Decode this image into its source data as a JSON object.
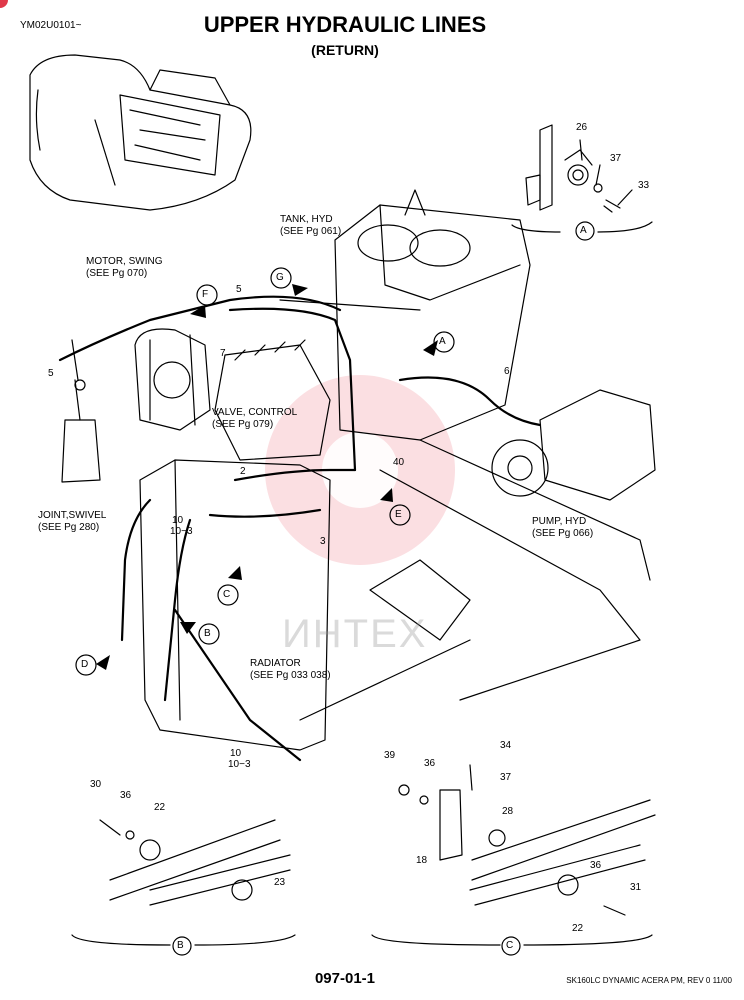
{
  "header": {
    "model_code": "YM02U0101~",
    "title": "UPPER HYDRAULIC LINES",
    "subtitle": "(RETURN)"
  },
  "labels": {
    "tank": [
      "TANK, HYD",
      "(SEE Pg  061)"
    ],
    "motor": [
      "MOTOR, SWING",
      "(SEE Pg  070)"
    ],
    "valve": [
      "VALVE, CONTROL",
      "(SEE Pg  079)"
    ],
    "joint": [
      "JOINT,SWIVEL",
      "(SEE Pg  280)"
    ],
    "pump": [
      "PUMP, HYD",
      "(SEE Pg  066)"
    ],
    "radiator": [
      "RADIATOR",
      "(SEE Pg  033 038)"
    ]
  },
  "callouts": {
    "A": "A",
    "B": "B",
    "C": "C",
    "D": "D",
    "E": "E",
    "F": "F",
    "G": "G"
  },
  "part_numbers": {
    "n26": "26",
    "n37a": "37",
    "n33": "33",
    "n5a": "5",
    "n5b": "5",
    "n7": "7",
    "n6": "6",
    "n2": "2",
    "n3": "3",
    "n40": "40",
    "n10a": "10",
    "n10_3a": "10−3",
    "n10b": "10",
    "n10_3b": "10−3",
    "n30": "30",
    "n36a": "36",
    "n22a": "22",
    "n23": "23",
    "n39": "39",
    "n36b": "36",
    "n34": "34",
    "n37b": "37",
    "n28": "28",
    "n18": "18",
    "n36c": "36",
    "n31": "31",
    "n22b": "22"
  },
  "detail_labels": {
    "A": "A",
    "B": "B",
    "C": "C"
  },
  "watermark": "ИНТЕХ",
  "footer": {
    "page_number": "097-01-1",
    "doc": "SK160LC DYNAMIC ACERA PM,  REV 0 11/00"
  },
  "colors": {
    "line": "#000000",
    "watermark": "#e8394a"
  }
}
